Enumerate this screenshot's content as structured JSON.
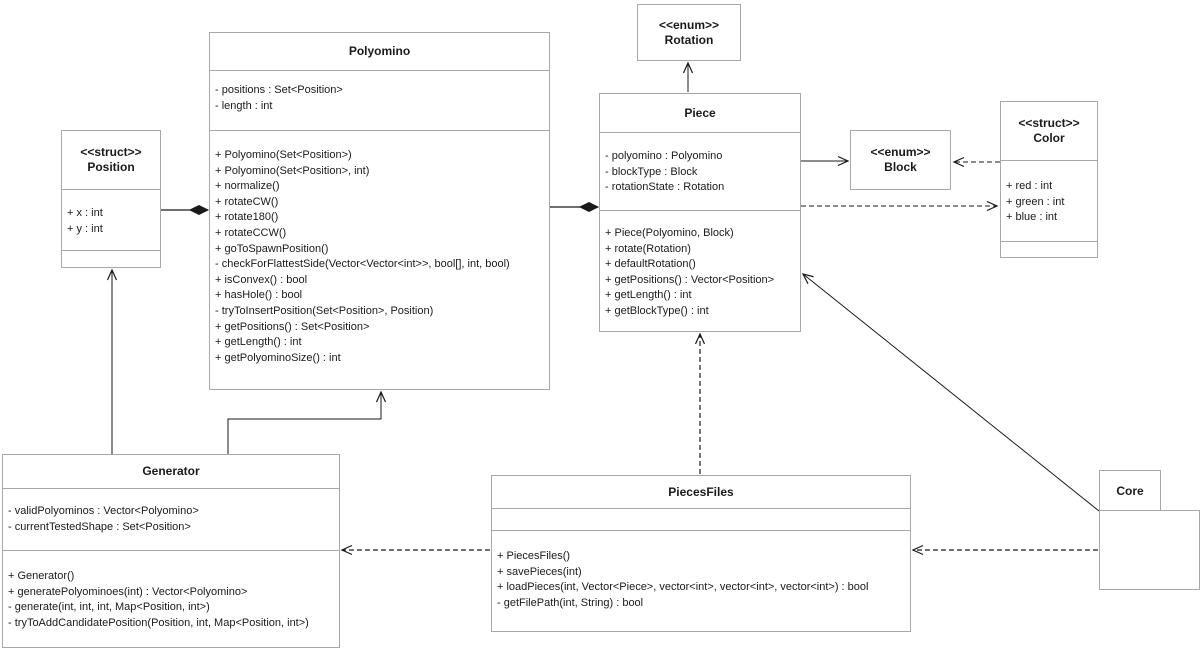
{
  "diagram": {
    "type": "uml-class-diagram",
    "background_color": "#ffffff",
    "box_border_color": "#a8a8a8",
    "line_color": "#000000",
    "text_color": "#1a1a1a"
  },
  "classes": {
    "position": {
      "stereotype": "<<struct>>",
      "name": "Position",
      "attributes": [
        "+ x : int",
        "+ y : int"
      ],
      "methods": []
    },
    "polyomino": {
      "name": "Polyomino",
      "attributes": [
        "- positions : Set<Position>",
        "- length : int"
      ],
      "methods": [
        "+ Polyomino(Set<Position>)",
        "+ Polyomino(Set<Position>, int)",
        "+ normalize()",
        "+ rotateCW()",
        "+ rotate180()",
        "+ rotateCCW()",
        "+ goToSpawnPosition()",
        "- checkForFlattestSide(Vector<Vector<int>>, bool[], int, bool)",
        "+ isConvex() : bool",
        "+ hasHole() : bool",
        "- tryToInsertPosition(Set<Position>, Position)",
        "+ getPositions() : Set<Position>",
        "+ getLength() : int",
        "+ getPolyominoSize() : int"
      ]
    },
    "rotation": {
      "stereotype": "<<enum>>",
      "name": "Rotation"
    },
    "piece": {
      "name": "Piece",
      "attributes": [
        "- polyomino : Polyomino",
        "- blockType : Block",
        "- rotationState : Rotation"
      ],
      "methods": [
        "+ Piece(Polyomino, Block)",
        "+ rotate(Rotation)",
        "+ defaultRotation()",
        "+ getPositions() : Vector<Position>",
        "+ getLength() : int",
        "+ getBlockType() : int"
      ]
    },
    "block": {
      "stereotype": "<<enum>>",
      "name": "Block"
    },
    "color": {
      "stereotype": "<<struct>>",
      "name": "Color",
      "attributes": [
        "+ red : int",
        "+ green : int",
        "+ blue : int"
      ],
      "methods": []
    },
    "generator": {
      "name": "Generator",
      "attributes": [
        "- validPolyominos : Vector<Polyomino>",
        "- currentTestedShape : Set<Position>"
      ],
      "methods": [
        "+ Generator()",
        "+ generatePolyominoes(int) : Vector<Polyomino>",
        "- generate(int, int, int, Map<Position, int>)",
        "- tryToAddCandidatePosition(Position, int, Map<Position, int>)"
      ]
    },
    "piecesfiles": {
      "name": "PiecesFiles",
      "attributes": [],
      "methods": [
        "+ PiecesFiles()",
        "+ savePieces(int)",
        "+ loadPieces(int, Vector<Piece>, vector<int>, vector<int>, vector<int>) : bool",
        "- getFilePath(int, String) : bool"
      ]
    },
    "core": {
      "name": "Core",
      "shape": "package"
    }
  },
  "relationships": [
    {
      "from": "Polyomino",
      "to": "Position",
      "type": "composition"
    },
    {
      "from": "Piece",
      "to": "Polyomino",
      "type": "composition"
    },
    {
      "from": "Piece",
      "to": "Rotation",
      "type": "association"
    },
    {
      "from": "Piece",
      "to": "Block",
      "type": "association"
    },
    {
      "from": "Color",
      "to": "Block",
      "type": "dependency"
    },
    {
      "from": "Piece",
      "to": "Color",
      "type": "dependency"
    },
    {
      "from": "Generator",
      "to": "Position",
      "type": "association"
    },
    {
      "from": "Generator",
      "to": "Polyomino",
      "type": "association"
    },
    {
      "from": "PiecesFiles",
      "to": "Piece",
      "type": "dependency"
    },
    {
      "from": "PiecesFiles",
      "to": "Generator",
      "type": "dependency"
    },
    {
      "from": "Core",
      "to": "PiecesFiles",
      "type": "dependency"
    },
    {
      "from": "Core",
      "to": "Piece",
      "type": "association"
    }
  ]
}
